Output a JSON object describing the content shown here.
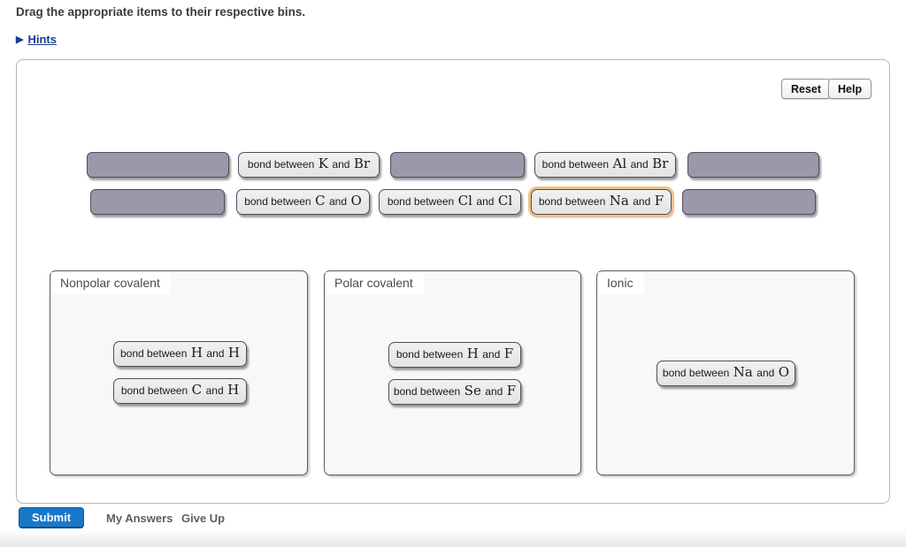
{
  "page": {
    "instruction": "Drag the appropriate items to their respective bins.",
    "hints": {
      "arrow": "▶",
      "label": "Hints"
    }
  },
  "toolbar": {
    "reset": "Reset",
    "help": "Help"
  },
  "items": {
    "k_br": {
      "pre": "bond between",
      "a": "K",
      "mid": "and",
      "b": "Br"
    },
    "al_br": {
      "pre": "bond between",
      "a": "Al",
      "mid": "and",
      "b": "Br"
    },
    "c_o": {
      "pre": "bond between",
      "a": "C",
      "mid": "and",
      "b": "O"
    },
    "cl_cl": {
      "pre": "bond between",
      "a": "Cl",
      "mid": "and",
      "b": "Cl"
    },
    "na_f": {
      "pre": "bond between",
      "a": "Na",
      "mid": "and",
      "b": "F"
    },
    "h_h": {
      "pre": "bond between",
      "a": "H",
      "mid": "and",
      "b": "H"
    },
    "c_h": {
      "pre": "bond between",
      "a": "C",
      "mid": "and",
      "b": "H"
    },
    "h_f": {
      "pre": "bond between",
      "a": "H",
      "mid": "and",
      "b": "F"
    },
    "se_f": {
      "pre": "bond between",
      "a": "Se",
      "mid": "and",
      "b": "F"
    },
    "na_o": {
      "pre": "bond between",
      "a": "Na",
      "mid": "and",
      "b": "O"
    }
  },
  "bins": {
    "nonpolar": {
      "label": "Nonpolar covalent"
    },
    "polar": {
      "label": "Polar covalent"
    },
    "ionic": {
      "label": "Ionic"
    }
  },
  "footer": {
    "submit": "Submit",
    "my_answers": "My Answers",
    "give_up": "Give Up"
  },
  "colors": {
    "submit_blue": "#1878c8",
    "hints_blue": "#173f91",
    "slot_fill": "#9a99a9",
    "item_border": "#4f4e5c",
    "highlight_ring": "#f0c087",
    "bin_background": "#f8f8f9"
  }
}
